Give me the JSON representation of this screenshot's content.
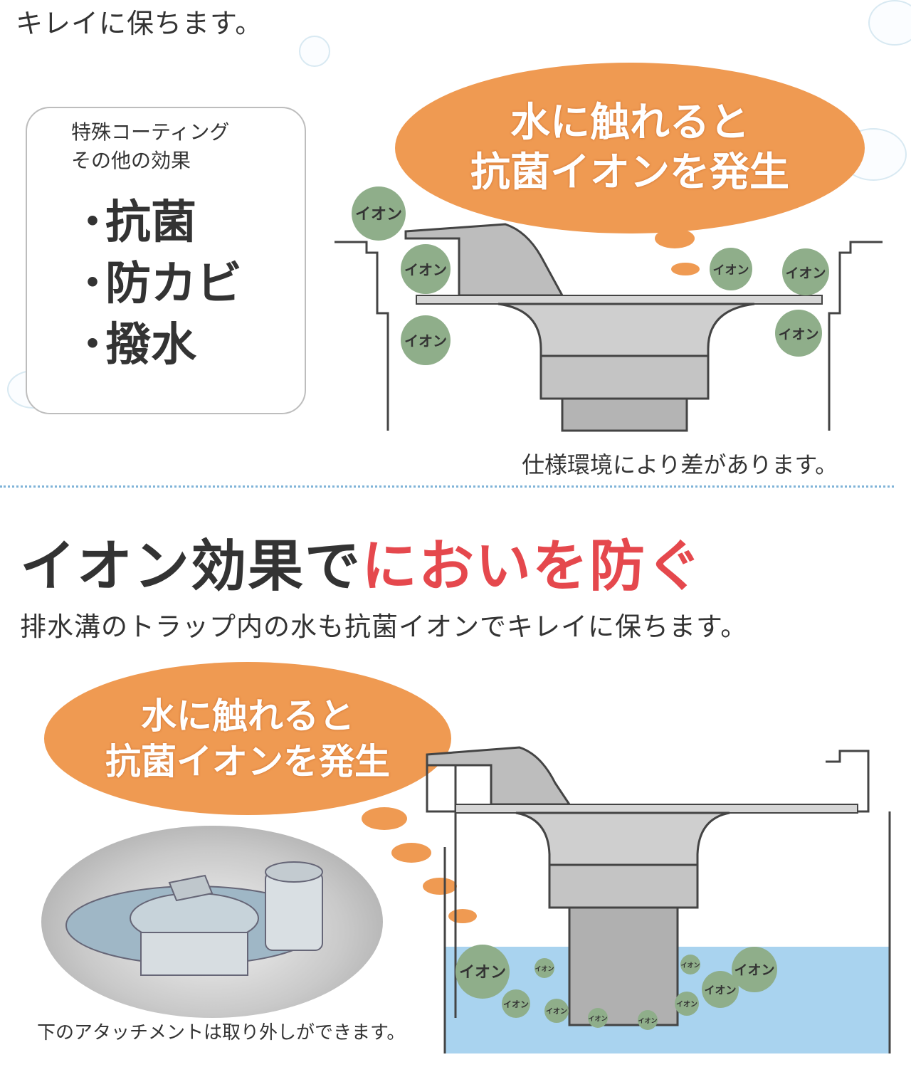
{
  "intro": {
    "text": "キレイに保ちます。"
  },
  "features": {
    "caption_line1": "特殊コーティング",
    "caption_line2": "その他の効果",
    "items": [
      "抗菌",
      "防カビ",
      "撥水"
    ],
    "bullet": "・"
  },
  "speech_bubble": {
    "line1": "水に触れると",
    "line2": "抗菌イオンを発生"
  },
  "ion_label": "イオン",
  "note_environment": "仕様環境により差があります。",
  "section": {
    "title_part1": "イオン効果で",
    "title_part2": "においを防ぐ",
    "subtitle": "排水溝のトラップ内の水も抗菌イオンでキレイに保ちます。"
  },
  "photo_caption": "下のアタッチメントは取り外しができます。",
  "colors": {
    "accent_orange": "#ef9a52",
    "ion_green": "#8fae8a",
    "title_red": "#e5484d",
    "water_blue": "#a9d3ef",
    "divider_blue": "#7fb3d8"
  }
}
